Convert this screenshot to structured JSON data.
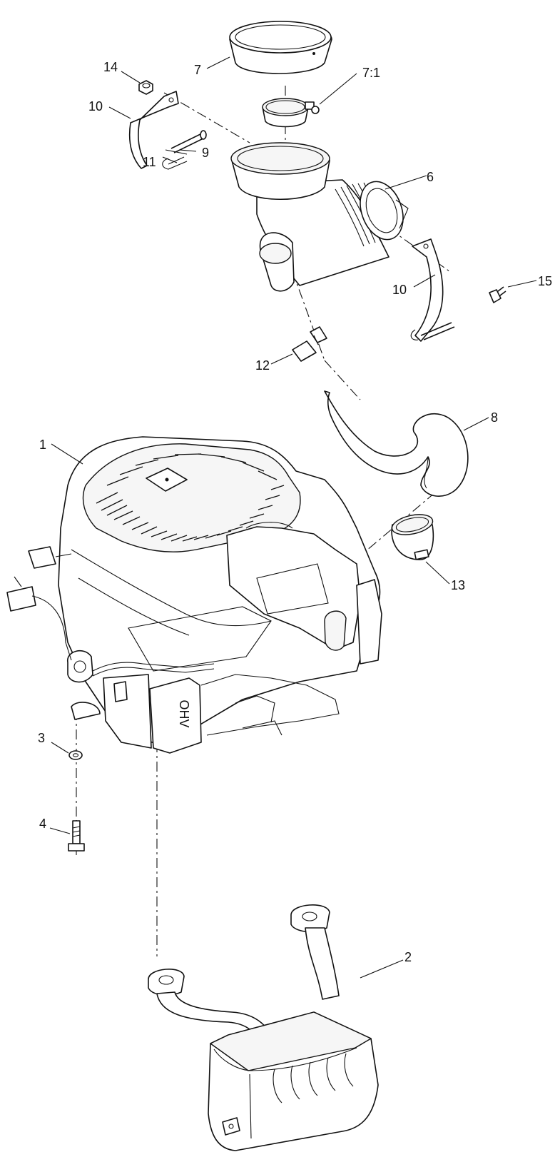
{
  "callouts": [
    {
      "id": "c14",
      "text": "14"
    },
    {
      "id": "c7",
      "text": "7"
    },
    {
      "id": "c71",
      "text": "7:1"
    },
    {
      "id": "c10a",
      "text": "10"
    },
    {
      "id": "c9",
      "text": "9"
    },
    {
      "id": "c11",
      "text": "11"
    },
    {
      "id": "c6",
      "text": "6"
    },
    {
      "id": "c15",
      "text": "15"
    },
    {
      "id": "c10b",
      "text": "10"
    },
    {
      "id": "c12",
      "text": "12"
    },
    {
      "id": "c8",
      "text": "8"
    },
    {
      "id": "c1",
      "text": "1"
    },
    {
      "id": "c13",
      "text": "13"
    },
    {
      "id": "c3",
      "text": "3"
    },
    {
      "id": "c4",
      "text": "4"
    },
    {
      "id": "c2",
      "text": "2"
    }
  ],
  "engine_stamp": "OHV"
}
